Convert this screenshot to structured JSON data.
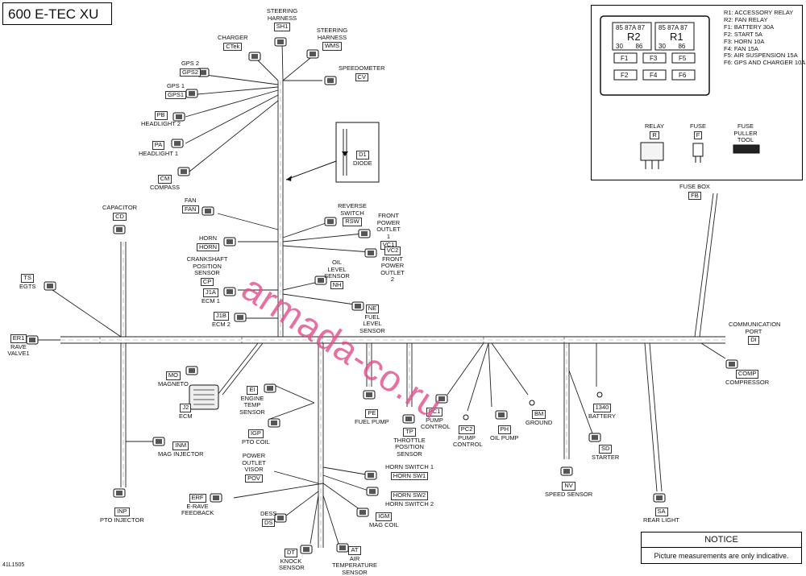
{
  "title": "600 E-TEC XU",
  "ref_code": "41L1505",
  "watermark": "armada-co.ru",
  "legend": {
    "relays": [
      "R2",
      "R1"
    ],
    "relay_pins_top": [
      "85",
      "87A",
      "87"
    ],
    "relay_pins_bottom": [
      "30",
      "86"
    ],
    "fuses_row1": [
      "F1",
      "F3",
      "F5"
    ],
    "fuses_row2": [
      "F2",
      "F4",
      "F6"
    ],
    "items": [
      "R1: ACCESSORY RELAY",
      "R2: FAN RELAY",
      "F1: BATTERY 30A",
      "F2: START 5A",
      "F3: HORN 10A",
      "F4: FAN 15A",
      "F5: AIR SUSPENSION 15A",
      "F6: GPS AND CHARGER 10A"
    ],
    "relay": {
      "name": "RELAY",
      "code": "R"
    },
    "fuse": {
      "name": "FUSE",
      "code": "F"
    },
    "puller": {
      "name": "FUSE PULLER TOOL"
    }
  },
  "notice": {
    "title": "NOTICE",
    "text": "Picture measurements are only indicative."
  },
  "components": {
    "sh1": {
      "name": "STEERING HARNESS",
      "code": "SH1"
    },
    "wms": {
      "name": "STEERING HARNESS",
      "code": "WMS"
    },
    "ctek": {
      "name": "CHARGER",
      "code": "CTek"
    },
    "cv": {
      "name": "SPEEDOMETER",
      "code": "CV"
    },
    "gps2": {
      "name": "GPS 2",
      "code": "GPS2"
    },
    "gps1": {
      "name": "GPS 1",
      "code": "GPS1"
    },
    "pb": {
      "name": "HEADLIGHT 2",
      "code": "PB"
    },
    "pa": {
      "name": "HEADLIGHT 1",
      "code": "PA"
    },
    "cm": {
      "name": "COMPASS",
      "code": "CM"
    },
    "d1": {
      "name": "DIODE",
      "code": "D1"
    },
    "fan": {
      "name": "FAN",
      "code": "FAN"
    },
    "cd": {
      "name": "CAPACITOR",
      "code": "CD"
    },
    "rsw": {
      "name": "REVERSE SWITCH",
      "code": "RSW"
    },
    "vc1": {
      "name": "FRONT POWER OUTLET 1",
      "code": "VC1"
    },
    "horn": {
      "name": "HORN",
      "code": "HORN"
    },
    "vc2": {
      "name": "FRONT POWER OUTLET 2",
      "code": "VC2"
    },
    "cp": {
      "name": "CRANKSHAFT POSITION SENSOR",
      "code": "CP"
    },
    "nh": {
      "name": "OIL LEVEL SENSOR",
      "code": "NH"
    },
    "ts": {
      "name": "EGTS",
      "code": "TS"
    },
    "j1a": {
      "name": "ECM 1",
      "code": "J1A"
    },
    "ne": {
      "name": "FUEL LEVEL SENSOR",
      "code": "NE"
    },
    "j1b": {
      "name": "ECM 2",
      "code": "J1B"
    },
    "er1": {
      "name": "RAVE VALVE1",
      "code": "ER1"
    },
    "fb": {
      "name": "FUSE BOX",
      "code": "FB"
    },
    "di": {
      "name": "COMMUNICATION PORT",
      "code": "DI"
    },
    "comp": {
      "name": "COMPRESSOR",
      "code": "COMP"
    },
    "mo": {
      "name": "MAGNETO",
      "code": "MO"
    },
    "j2": {
      "name": "ECM",
      "code": "J2"
    },
    "ei": {
      "name": "ENGINE TEMP SENSOR",
      "code": "EI"
    },
    "igp": {
      "name": "PTO COIL",
      "code": "IGP"
    },
    "pe": {
      "name": "FUEL PUMP",
      "code": "PE"
    },
    "tp": {
      "name": "THROTTLE POSITION SENSOR",
      "code": "TP"
    },
    "pc1": {
      "name": "PUMP CONTROL",
      "code": "PC1"
    },
    "pc2": {
      "name": "PUMP CONTROL",
      "code": "PC2"
    },
    "ph": {
      "name": "OIL PUMP",
      "code": "PH"
    },
    "bm": {
      "name": "GROUND",
      "code": "BM"
    },
    "b1340": {
      "name": "BATTERY",
      "code": "1340"
    },
    "sd": {
      "name": "STARTER",
      "code": "SD"
    },
    "inm": {
      "name": "MAG INJECTOR",
      "code": "INM"
    },
    "nv": {
      "name": "SPEED SENSOR",
      "code": "NV"
    },
    "pov": {
      "name": "POWER OUTLET VISOR",
      "code": "POV"
    },
    "sw1": {
      "name": "HORN SWITCH 1",
      "code": "HORN SW1"
    },
    "sw2": {
      "name": "HORN SWITCH 2",
      "code": "HORN SW2"
    },
    "erf": {
      "name": "E-RAVE FEEDBACK",
      "code": "ERF"
    },
    "inp": {
      "name": "PTO INJECTOR",
      "code": "INP"
    },
    "ds": {
      "name": "DESS",
      "code": "DS"
    },
    "igm": {
      "name": "MAG COIL",
      "code": "IGM"
    },
    "sa": {
      "name": "REAR LIGHT",
      "code": "SA"
    },
    "dt": {
      "name": "KNOCK SENSOR",
      "code": "DT"
    },
    "at": {
      "name": "AIR TEMPERATURE SENSOR",
      "code": "AT"
    }
  }
}
